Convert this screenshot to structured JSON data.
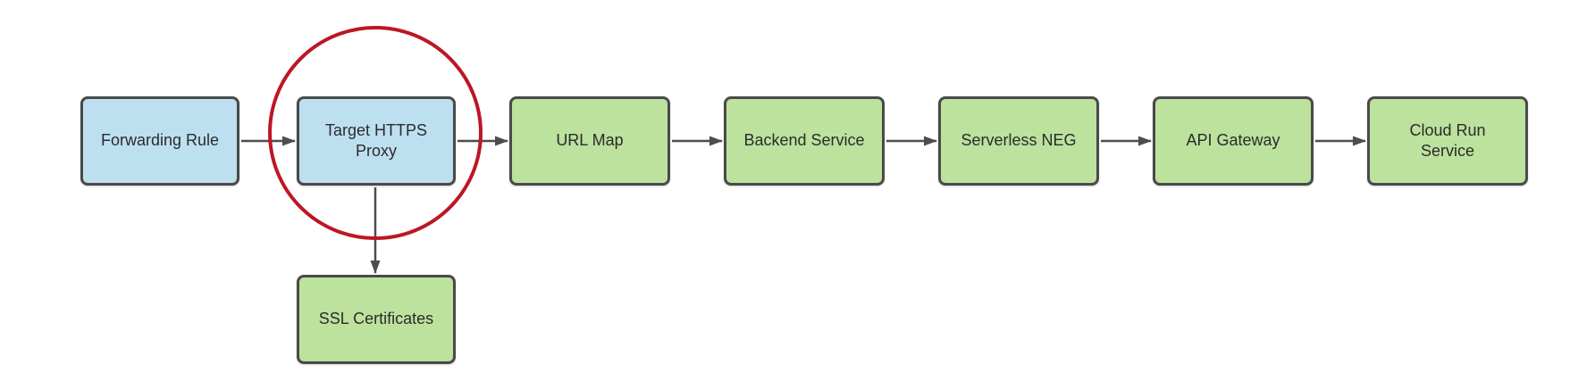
{
  "colors": {
    "node_fill_blue": "#BDE0F1",
    "node_fill_green": "#BCE29E",
    "node_border": "#4A4A4A",
    "arrow": "#4D4D4D",
    "highlight_circle": "#BD1625",
    "text": "#2B2B2B",
    "background": "#FFFFFF"
  },
  "nodes": [
    {
      "id": "forwarding-rule",
      "label": "Forwarding Rule",
      "fill": "blue",
      "highlighted": false
    },
    {
      "id": "target-https-proxy",
      "label": "Target HTTPS Proxy",
      "fill": "blue",
      "highlighted": true
    },
    {
      "id": "url-map",
      "label": "URL Map",
      "fill": "green",
      "highlighted": false
    },
    {
      "id": "backend-service",
      "label": "Backend Service",
      "fill": "green",
      "highlighted": false
    },
    {
      "id": "serverless-neg",
      "label": "Serverless NEG",
      "fill": "green",
      "highlighted": false
    },
    {
      "id": "api-gateway",
      "label": "API Gateway",
      "fill": "green",
      "highlighted": false
    },
    {
      "id": "cloud-run-service",
      "label": "Cloud Run Service",
      "fill": "green",
      "highlighted": false
    },
    {
      "id": "ssl-certificates",
      "label": "SSL Certificates",
      "fill": "green",
      "highlighted": false
    }
  ],
  "edges": [
    {
      "from": "Forwarding Rule",
      "to": "Target HTTPS Proxy",
      "direction": "right"
    },
    {
      "from": "Target HTTPS Proxy",
      "to": "URL Map",
      "direction": "right"
    },
    {
      "from": "URL Map",
      "to": "Backend Service",
      "direction": "right"
    },
    {
      "from": "Backend Service",
      "to": "Serverless NEG",
      "direction": "right"
    },
    {
      "from": "Serverless NEG",
      "to": "API Gateway",
      "direction": "right"
    },
    {
      "from": "API Gateway",
      "to": "Cloud Run Service",
      "direction": "right"
    },
    {
      "from": "Target HTTPS Proxy",
      "to": "SSL Certificates",
      "direction": "down"
    }
  ],
  "annotations": [
    {
      "type": "circle",
      "around": "Target HTTPS Proxy",
      "color": "#BD1625"
    }
  ]
}
